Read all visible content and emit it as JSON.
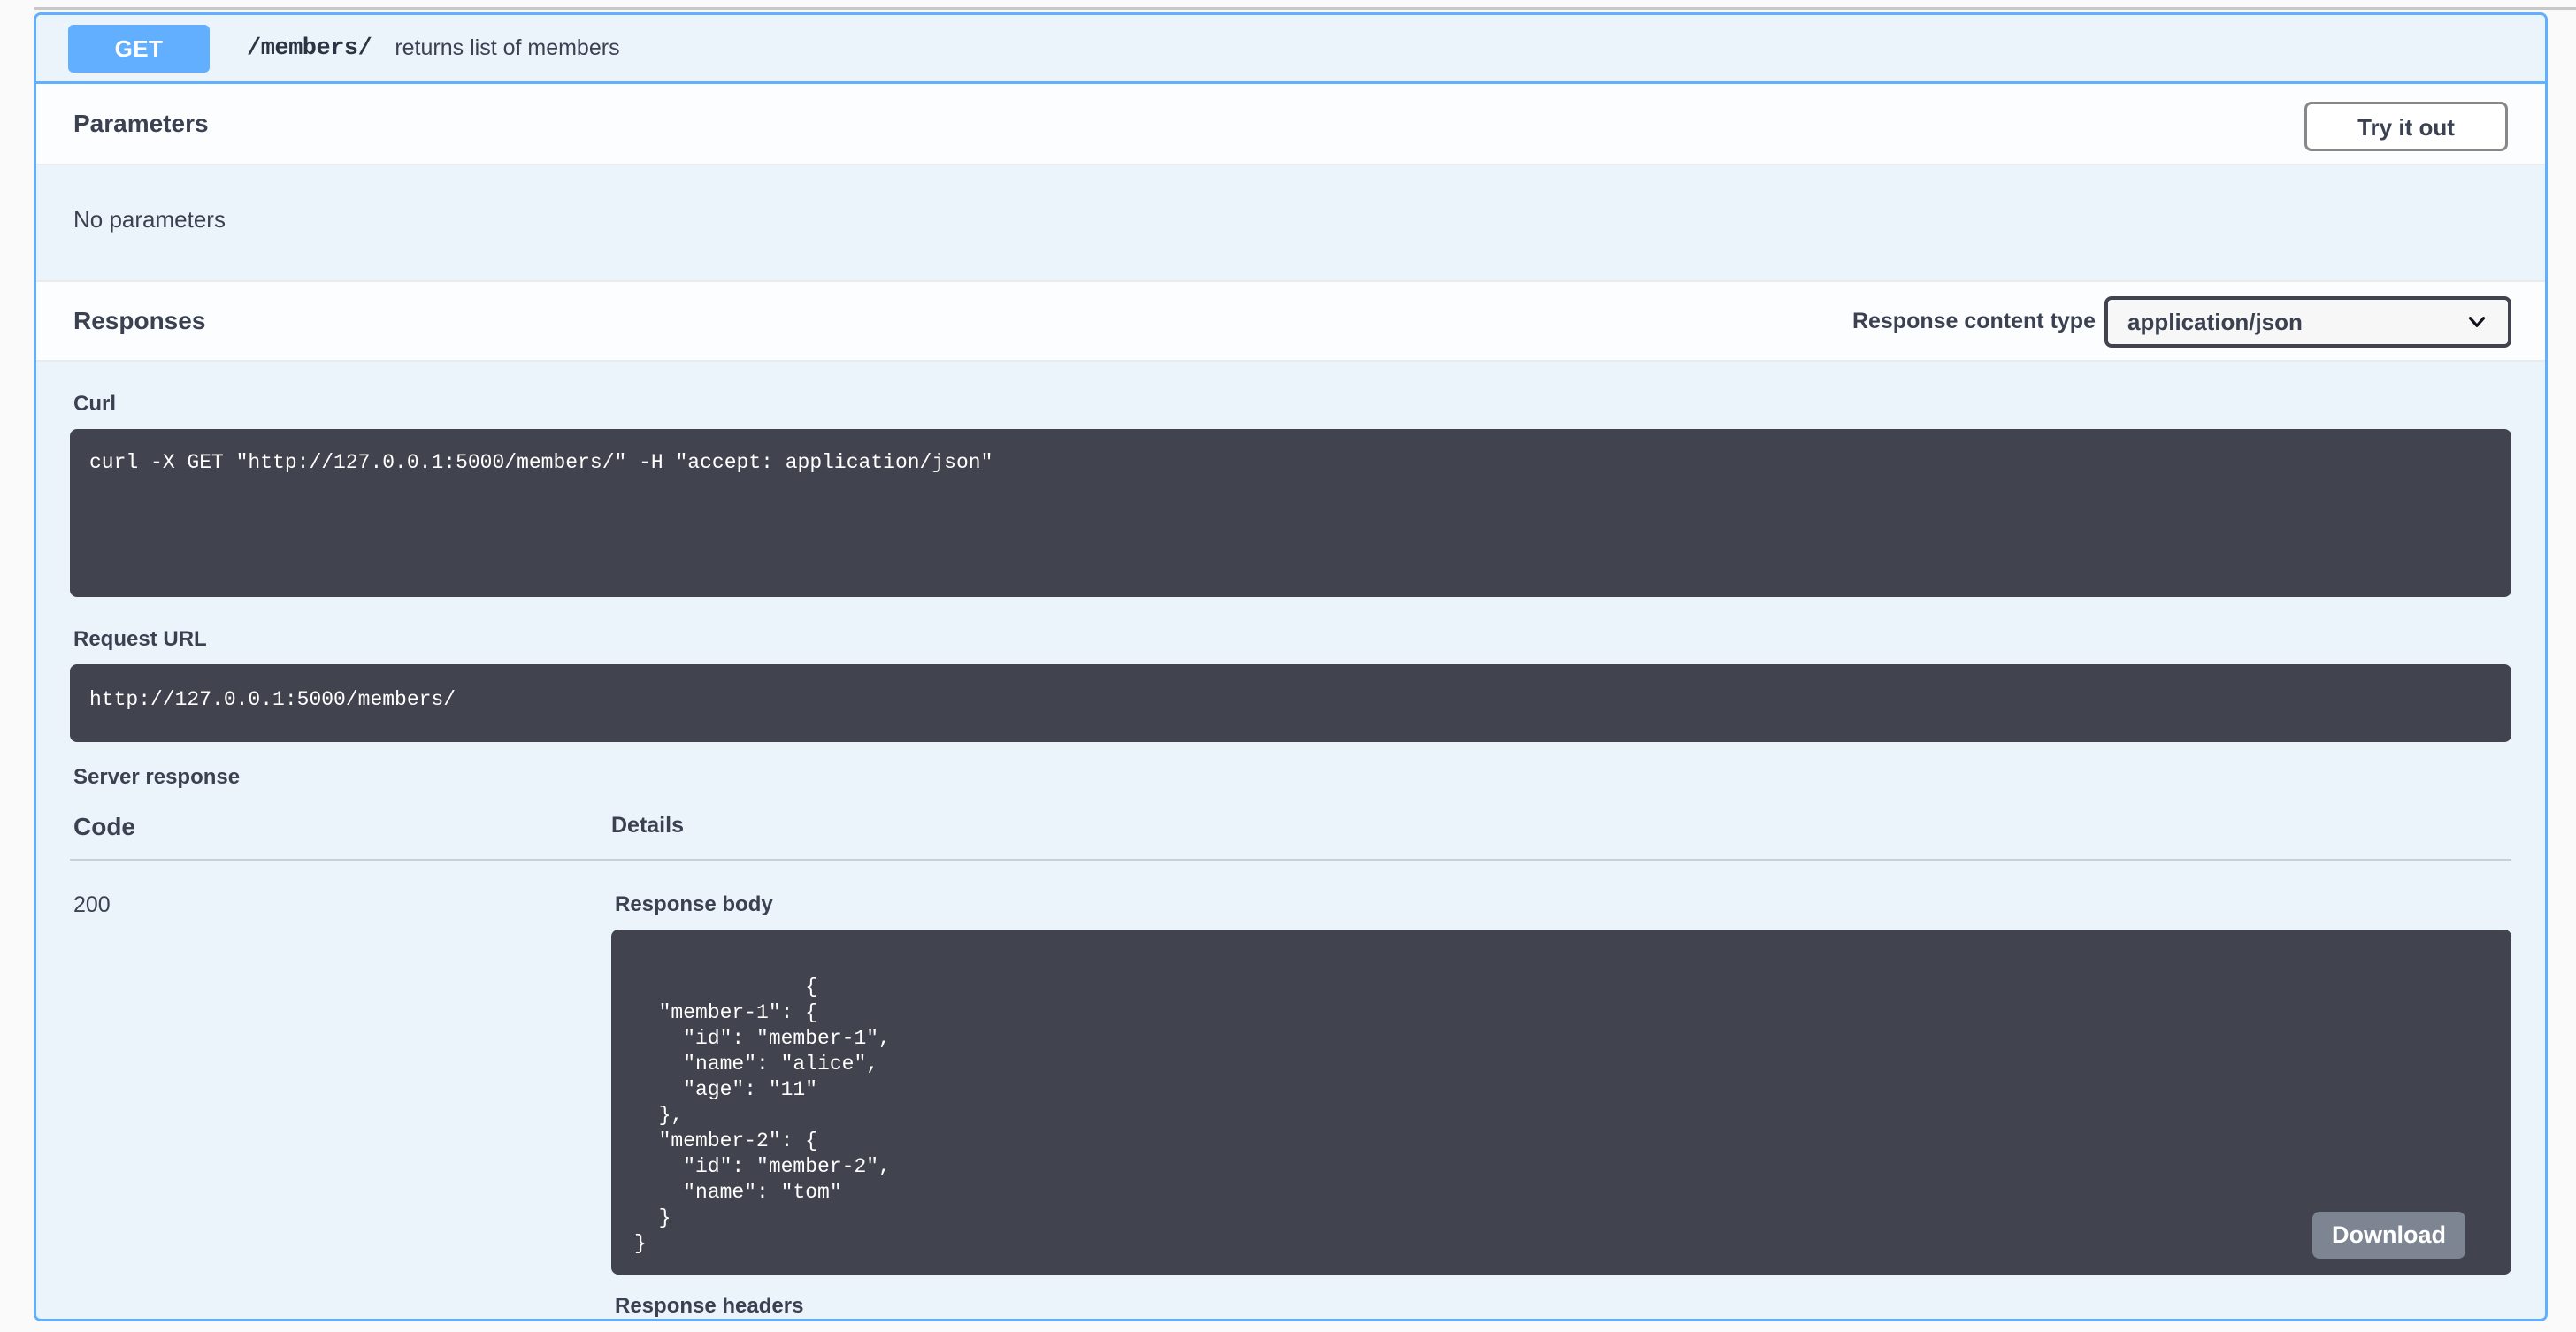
{
  "operation": {
    "method": "GET",
    "path": "/members/",
    "summary": "returns list of members"
  },
  "parameters": {
    "title": "Parameters",
    "try_it_out_label": "Try it out",
    "empty_text": "No parameters"
  },
  "responses": {
    "title": "Responses",
    "content_type_label": "Response content type",
    "content_type_value": "application/json",
    "content_type_options": [
      "application/json"
    ]
  },
  "live": {
    "curl_label": "Curl",
    "curl_value": "curl -X GET \"http://127.0.0.1:5000/members/\" -H \"accept: application/json\"",
    "request_url_label": "Request URL",
    "request_url_value": "http://127.0.0.1:5000/members/",
    "server_response_label": "Server response",
    "columns": {
      "code": "Code",
      "details": "Details"
    },
    "rows": [
      {
        "code": "200",
        "response_body_label": "Response body",
        "response_body": "{\n  \"member-1\": {\n    \"id\": \"member-1\",\n    \"name\": \"alice\",\n    \"age\": \"11\"\n  },\n  \"member-2\": {\n    \"id\": \"member-2\",\n    \"name\": \"tom\"\n  }\n}",
        "download_label": "Download",
        "response_headers_label": "Response headers"
      }
    ]
  },
  "colors": {
    "method_get": "#61affe",
    "card_border": "#61affe",
    "card_bg": "#ebf3fb",
    "code_bg": "#41444e",
    "text": "#3b4151",
    "download_bg": "#7d8492"
  }
}
